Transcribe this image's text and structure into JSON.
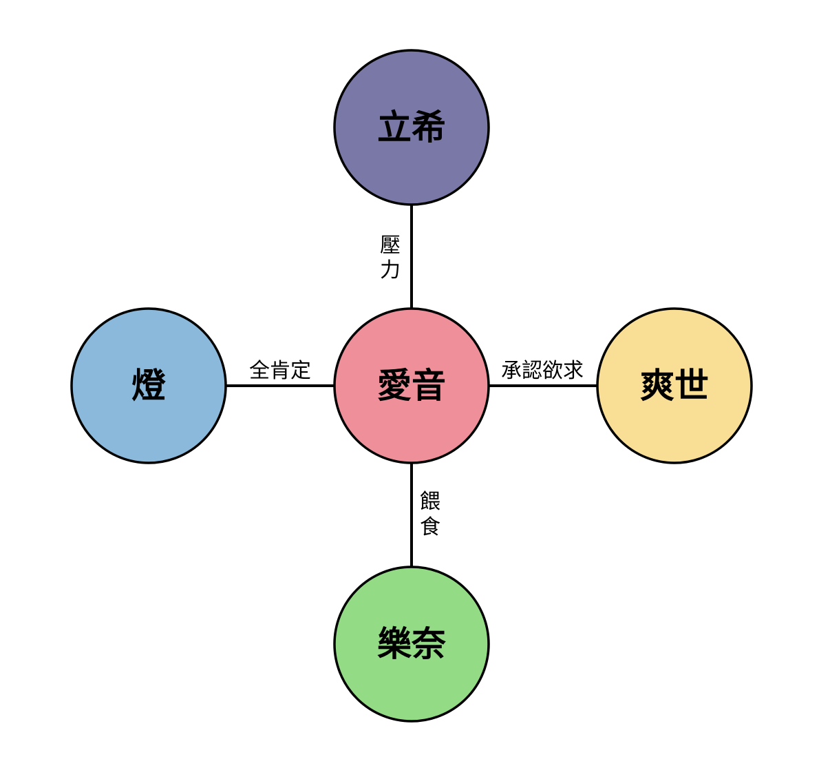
{
  "diagram": {
    "nodes": {
      "center": {
        "label": "愛音",
        "color": "#EE8F9A"
      },
      "top": {
        "label": "立希",
        "color": "#7A78A6"
      },
      "left": {
        "label": "燈",
        "color": "#8AB9DB"
      },
      "right": {
        "label": "爽世",
        "color": "#F9DE95"
      },
      "bottom": {
        "label": "樂奈",
        "color": "#93DC85"
      }
    },
    "edges": {
      "top": {
        "label_line1": "壓",
        "label_line2": "力"
      },
      "left": {
        "label": "全肯定"
      },
      "right": {
        "label": "承認欲求"
      },
      "bottom": {
        "label_line1": "餵",
        "label_line2": "食"
      }
    }
  }
}
